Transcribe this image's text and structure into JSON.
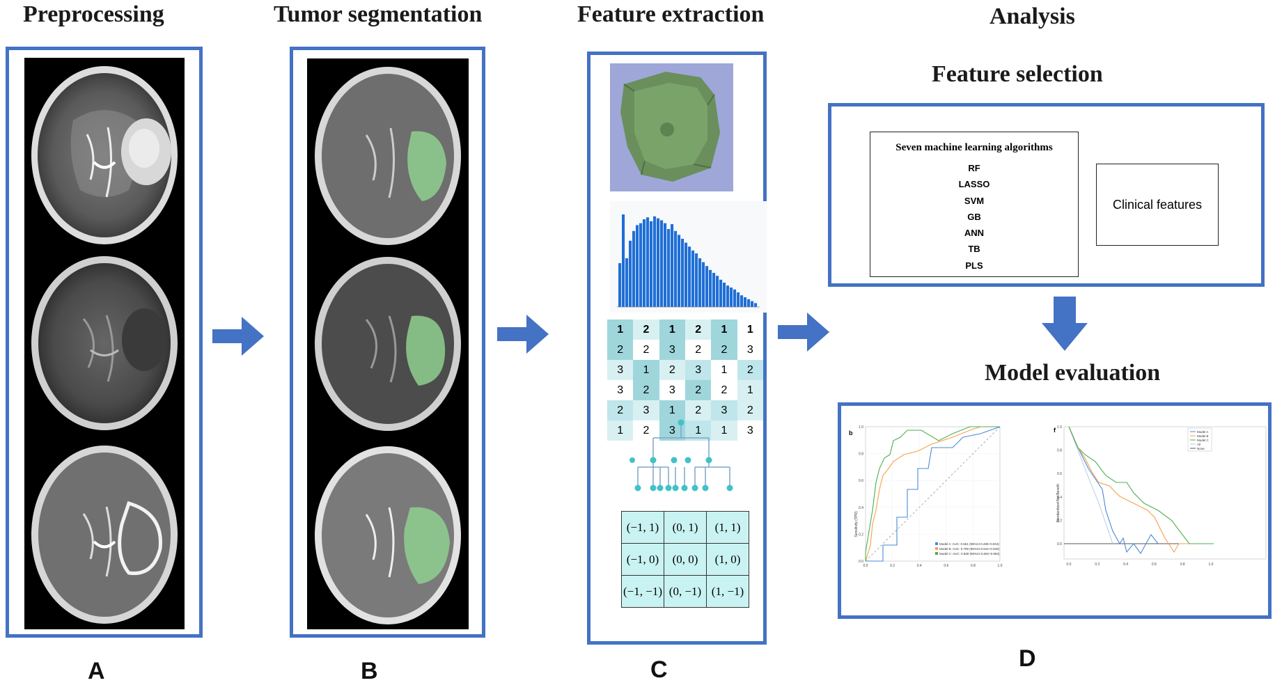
{
  "headings": {
    "preprocessing": "Preprocessing",
    "segmentation": "Tumor segmentation",
    "extraction": "Feature extraction",
    "analysis": "Analysis",
    "feature_selection": "Feature selection",
    "model_evaluation": "Model evaluation"
  },
  "panel_letters": {
    "a": "A",
    "b": "B",
    "c": "C",
    "d": "D"
  },
  "feature_selection": {
    "algorithms_title": "Seven machine learning algorithms",
    "algorithms": [
      "RF",
      "LASSO",
      "SVM",
      "GB",
      "ANN",
      "TB",
      "PLS"
    ],
    "clinical": "Clinical features"
  },
  "number_grid": [
    [
      "1",
      "2",
      "1",
      "2",
      "1",
      "1"
    ],
    [
      "2",
      "2",
      "3",
      "2",
      "2",
      "3"
    ],
    [
      "3",
      "1",
      "2",
      "3",
      "1",
      "2"
    ],
    [
      "3",
      "2",
      "3",
      "2",
      "2",
      "1"
    ],
    [
      "2",
      "3",
      "1",
      "2",
      "3",
      "2"
    ],
    [
      "1",
      "2",
      "3",
      "1",
      "1",
      "3"
    ]
  ],
  "coord_grid": [
    [
      "(−1, 1)",
      "(0, 1)",
      "(1, 1)"
    ],
    [
      "(−1, 0)",
      "(0, 0)",
      "(1, 0)"
    ],
    [
      "(−1, −1)",
      "(0, −1)",
      "(1, −1)"
    ]
  ],
  "eval": {
    "roc_tag": "b",
    "dca_tag": "f",
    "roc_ylabel": "Sensitivity (TPR)",
    "dca_ylabel": "Standardized Net Benefit",
    "roc_ticks_x": [
      "0.0",
      "0.2",
      "0.4",
      "0.6",
      "0.8",
      "1.0"
    ],
    "dca_ticks_x": [
      "0.0",
      "0.2",
      "0.4",
      "0.6",
      "0.8",
      "1.0"
    ],
    "roc_legend": [
      {
        "text": "Model A: AUC: 0.661 (95%CI:0.489~0.834)",
        "color": "#4a88d6"
      },
      {
        "text": "Model B: AUC: 0.796 (95%CI:0.644~0.949)",
        "color": "#f4a04a"
      },
      {
        "text": "Model C: AUC: 0.838 (95%CI:0.692~0.983)",
        "color": "#4caf50"
      }
    ],
    "dca_legend": [
      {
        "text": "Model A",
        "color": "#4a88d6"
      },
      {
        "text": "Model B",
        "color": "#f4a04a"
      },
      {
        "text": "Model C",
        "color": "#4caf50"
      },
      {
        "text": "All",
        "color": "#b8c8e8"
      },
      {
        "text": "None",
        "color": "#555555"
      }
    ]
  },
  "colors": {
    "frame": "#4472c4",
    "arrow": "#4472c4",
    "tumor": "#8fd08f",
    "histogram": "#1f6fd6",
    "tree": "#41c2c9"
  }
}
